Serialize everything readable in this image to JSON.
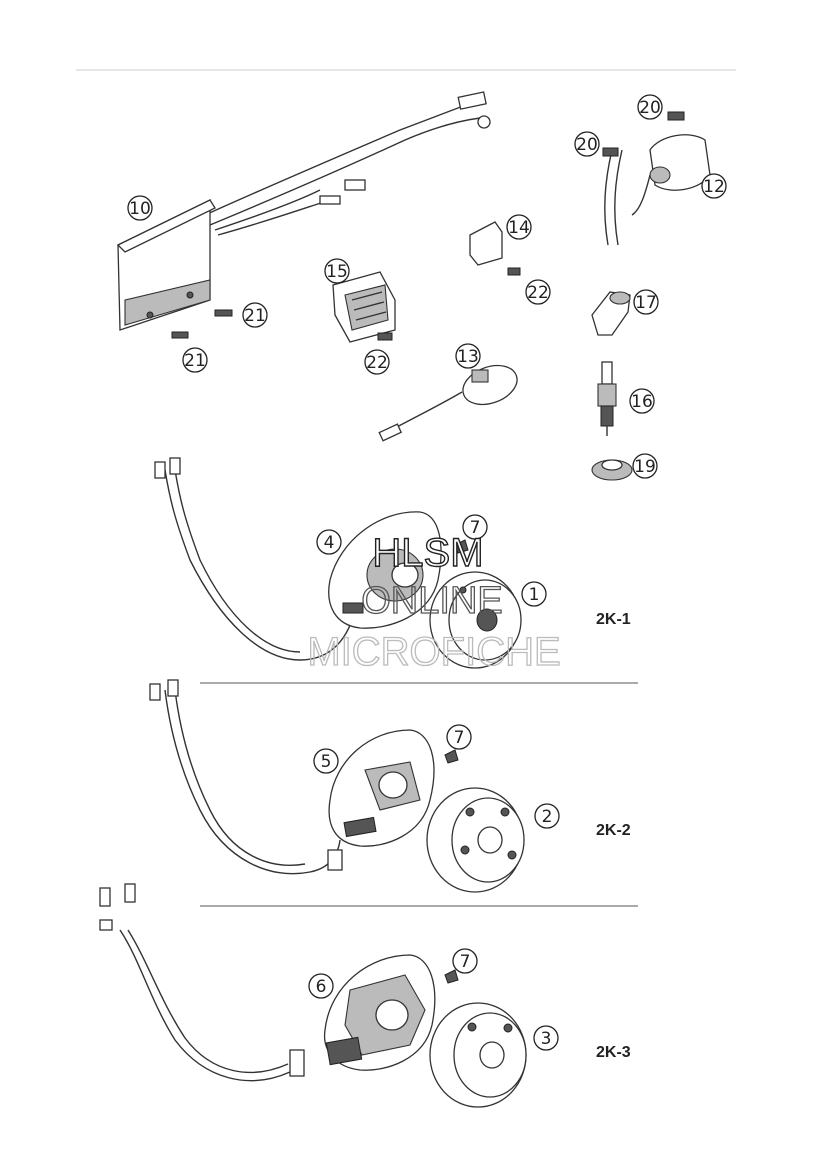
{
  "callouts": {
    "c10": "10",
    "c21a": "21",
    "c21b": "21",
    "c15": "15",
    "c22a": "22",
    "c14": "14",
    "c22b": "22",
    "c13": "13",
    "c20a": "20",
    "c20b": "20",
    "c12": "12",
    "c17": "17",
    "c16": "16",
    "c19": "19",
    "c4": "4",
    "c7a": "7",
    "c1": "1",
    "c5": "5",
    "c7b": "7",
    "c2": "2",
    "c6": "6",
    "c7c": "7",
    "c3": "3"
  },
  "versions": {
    "v1": "2K-1",
    "v2": "2K-2",
    "v3": "2K-3"
  },
  "watermark": {
    "line1": "HLSM",
    "line2": "ONLINE",
    "line3": "MICROFICHE"
  }
}
